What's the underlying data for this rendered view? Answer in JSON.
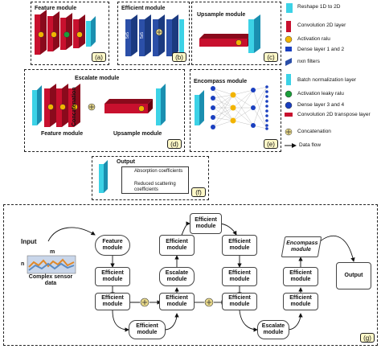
{
  "panels": {
    "feature": {
      "title": "Feature module",
      "tag": "(a)"
    },
    "efficient": {
      "title": "Efficient module",
      "tag": "(b)",
      "filter1": "5x5",
      "filter2": "5x5"
    },
    "upsample": {
      "title": "Upsample module",
      "tag": "(c)"
    },
    "escalate": {
      "title": "Escalate module",
      "tag": "(d)",
      "feature_label": "Feature module",
      "upsample_label": "Upsample module",
      "concat_label": "Concatenation"
    },
    "encompass": {
      "title": "Encompass module",
      "tag": "(e)"
    },
    "output": {
      "title": "Output",
      "tag": "(f)",
      "absorption": "Absorption coefficients",
      "scattering": "Reduced scattering coefficients"
    }
  },
  "legend": {
    "reshape": "Reshape 1D to 2D",
    "conv2d": "Convolution 2D layer",
    "relu": "Activation ralu",
    "dense12": "Dense layer 1 and 2",
    "nxn": "nxn filters",
    "batchnorm": "Batch normalization layer",
    "leaky": "Activation leaky ralu",
    "dense34": "Dense layer 3 and 4",
    "conv2dt": "Convolution 2D transpose layer",
    "concat": "Concatenation",
    "dataflow": "Data flow"
  },
  "flow": {
    "tag": "(g)",
    "input": "Input",
    "m": "m",
    "n": "n",
    "sensor": "Complex sensor data",
    "feature": "Feature module",
    "efficient": "Efficient module",
    "escalate": "Escalate module",
    "encompass": "Encompass module",
    "output": "Output"
  },
  "colors": {
    "conv": "#c8102e",
    "cyan": "#3cd2e6",
    "blue": "#2b4fa8",
    "relu": "#f2b400",
    "green": "#1b9e3a",
    "concat": "#e8d98a",
    "legend_dense": "#1a3fbf"
  }
}
